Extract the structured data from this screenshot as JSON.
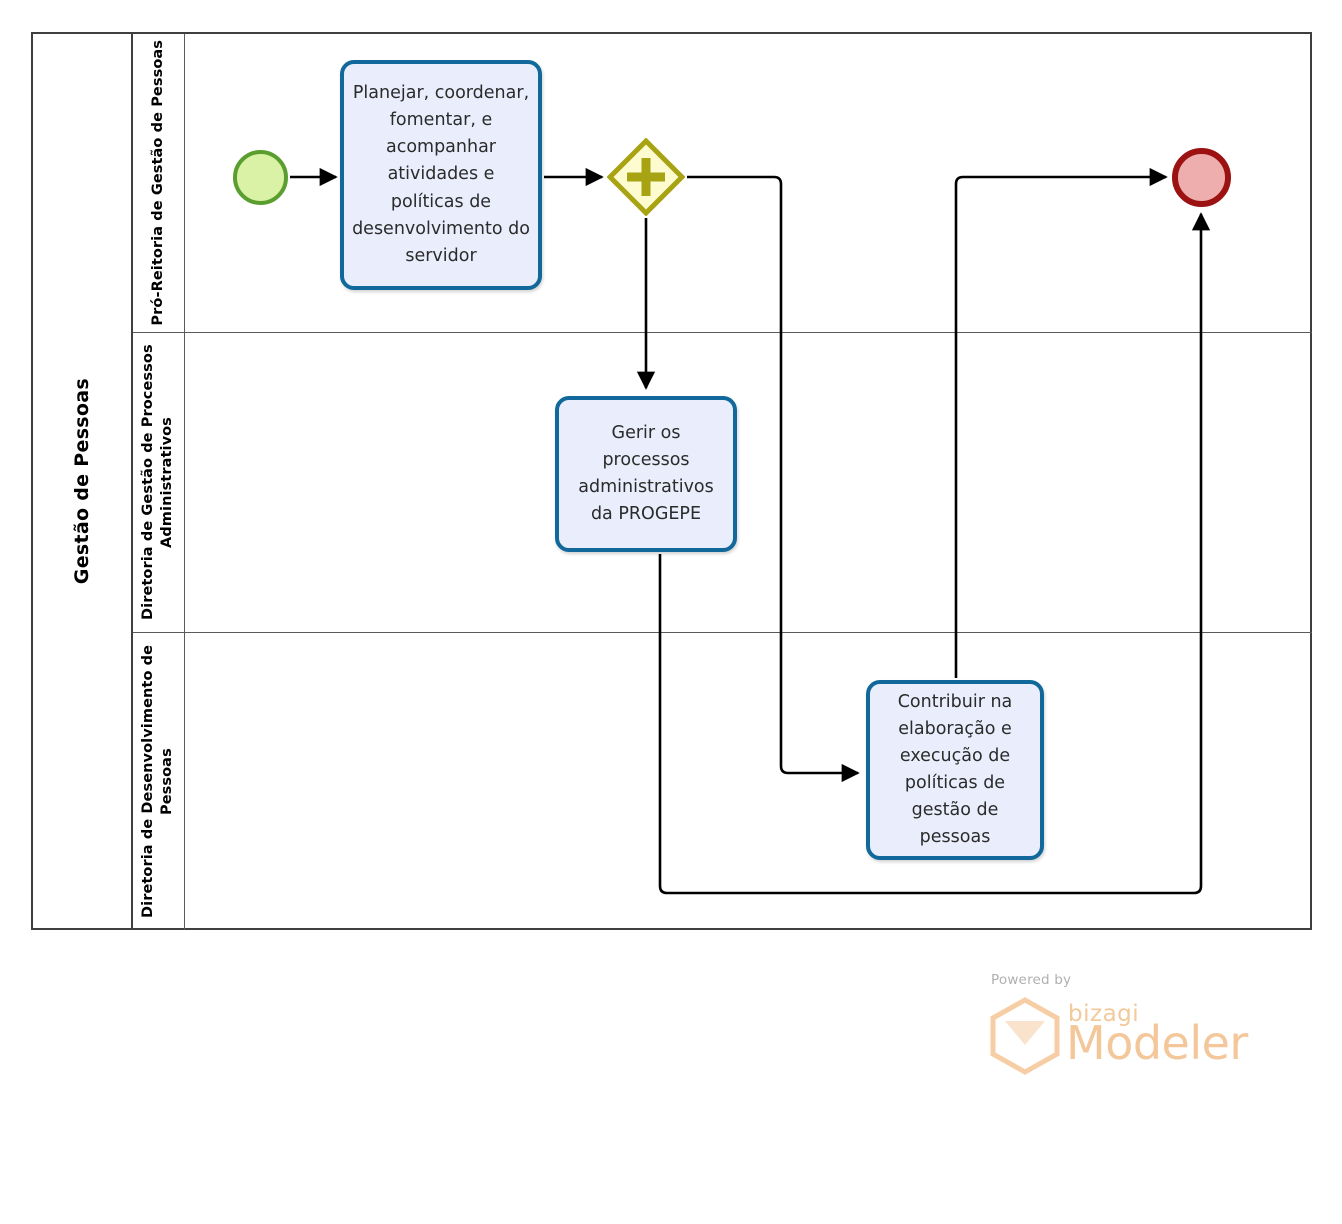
{
  "diagram": {
    "type": "bpmn-process",
    "pool": {
      "name": "Gestão de Pessoas"
    },
    "lanes": [
      {
        "id": "lane-1",
        "name": "Pró-Reitoria de Gestão de Pessoas"
      },
      {
        "id": "lane-2",
        "name": "Diretoria de Gestão de Processos Administrativos"
      },
      {
        "id": "lane-3",
        "name": "Diretoria de Desenvolvimento de Pessoas"
      }
    ],
    "events": {
      "start": {
        "name": "start-event",
        "type": "none-start-event",
        "lane": "lane-1",
        "fill": "#d9f2a5",
        "stroke": "#5a9e2f"
      },
      "end": {
        "name": "end-event",
        "type": "none-end-event",
        "lane": "lane-1",
        "fill": "#eeaeae",
        "stroke": "#9c1111"
      }
    },
    "gateway": {
      "name": "parallel-gateway",
      "type": "parallel",
      "symbol": "+",
      "lane": "lane-1",
      "fill": "#fdfbd0",
      "stroke": "#a8a312"
    },
    "tasks": [
      {
        "id": "task-1",
        "lane": "lane-1",
        "label": "Planejar, coordenar, fomentar, e acompanhar atividades e políticas de desenvolvimento do servidor"
      },
      {
        "id": "task-2",
        "lane": "lane-2",
        "label": "Gerir os processos administrativos da PROGEPE"
      },
      {
        "id": "task-3",
        "lane": "lane-3",
        "label": "Contribuir na elaboração e execução de políticas de gestão de pessoas"
      }
    ],
    "flows": [
      {
        "id": "flow-1",
        "from": "start-event",
        "to": "task-1"
      },
      {
        "id": "flow-2",
        "from": "task-1",
        "to": "parallel-gateway"
      },
      {
        "id": "flow-3",
        "from": "parallel-gateway",
        "to": "task-2"
      },
      {
        "id": "flow-4",
        "from": "parallel-gateway",
        "to": "task-3"
      },
      {
        "id": "flow-5",
        "from": "task-3",
        "to": "end-event"
      },
      {
        "id": "flow-6",
        "from": "task-2",
        "to": "end-event"
      }
    ],
    "colors": {
      "task_fill": "#eaeefc",
      "task_stroke": "#11699b",
      "pool_stroke": "#3f3f3f",
      "lane_stroke": "#5a5a5a",
      "flow_stroke": "#000000"
    }
  },
  "watermark": {
    "powered_by": "Powered by",
    "brand": "bizagi",
    "product": "Modeler",
    "color": "#f4c79b"
  }
}
